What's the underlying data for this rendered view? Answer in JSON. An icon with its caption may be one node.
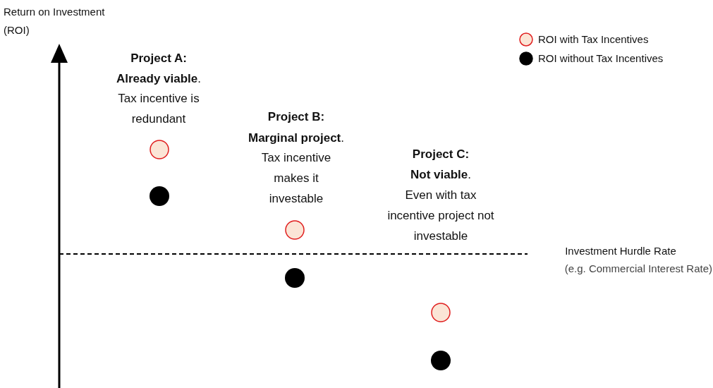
{
  "diagram": {
    "labels": [
      "Return on Investment (ROI)",
      "Project A:",
      "**Already viable**.",
      "Tax incentive is redundant",
      "Project B:",
      "**Marginal project**.",
      "Tax incentive makes it investable",
      "Project C:",
      "**Not viable**.",
      "Even with tax incentive project not investable",
      "Investment Hurdle Rate",
      "(e.g. Commercial Interest Rate)"
    ],
    "legend": [
      {
        "text": "ROI with Tax Incentives"
      },
      {
        "text": "ROI without Tax Incentives"
      }
    ]
  }
}
